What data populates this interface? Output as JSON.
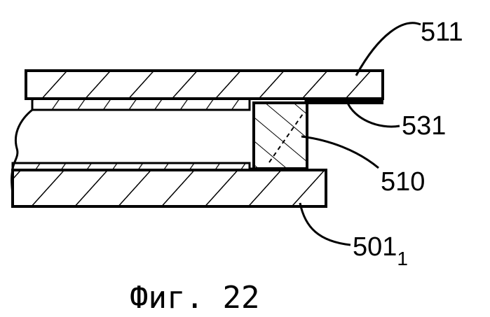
{
  "labels": {
    "top_plate": "511",
    "seal_layer": "531",
    "spacer": "510",
    "bottom_plate_main": "501",
    "bottom_plate_sub": "1"
  },
  "caption": "Фиг. 22",
  "colors": {
    "ink": "#000000",
    "paper": "#ffffff"
  }
}
